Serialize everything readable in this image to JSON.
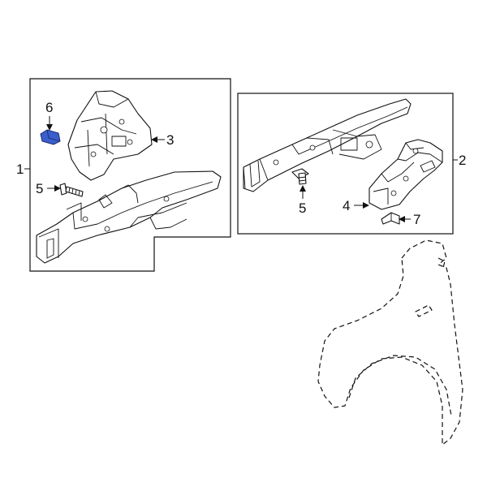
{
  "callouts": {
    "c1": "1",
    "c2": "2",
    "c3": "3",
    "c4": "4",
    "c5_left": "5",
    "c5_right": "5",
    "c6": "6",
    "c7": "7"
  },
  "highlight_color": "#3a5fcd"
}
